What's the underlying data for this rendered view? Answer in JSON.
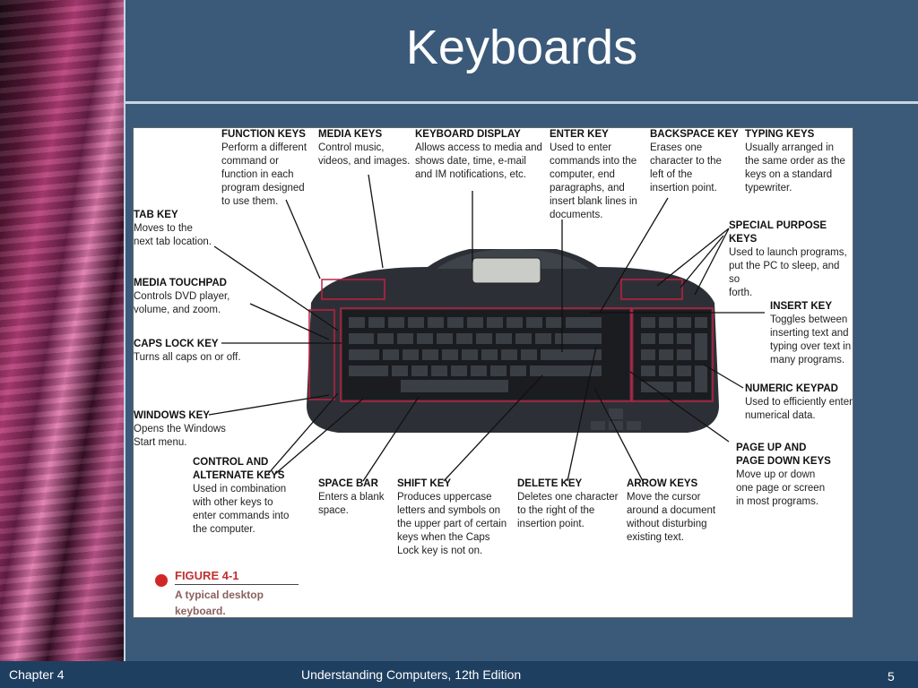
{
  "slide": {
    "title": "Keyboards",
    "footer_left": "Chapter 4",
    "footer_center": "Understanding Computers, 12th Edition",
    "page_number": "5"
  },
  "figure": {
    "caption_number": "FIGURE 4-1",
    "caption_text": "A typical desktop\nkeyboard.",
    "labels": [
      {
        "id": "function-keys",
        "title": "FUNCTION KEYS",
        "text": "Perform a different\ncommand or\nfunction in each\nprogram designed\nto use them."
      },
      {
        "id": "media-keys",
        "title": "MEDIA KEYS",
        "text": "Control music,\nvideos, and images."
      },
      {
        "id": "keyboard-display",
        "title": "KEYBOARD DISPLAY",
        "text": "Allows access to media and\nshows date, time, e-mail\nand IM notifications, etc."
      },
      {
        "id": "enter-key",
        "title": "ENTER KEY",
        "text": "Used to enter\ncommands into the\ncomputer, end\nparagraphs, and\ninsert blank lines in\ndocuments."
      },
      {
        "id": "backspace-key",
        "title": "BACKSPACE KEY",
        "text": "Erases one\ncharacter to the\nleft of the\ninsertion point."
      },
      {
        "id": "typing-keys",
        "title": "TYPING KEYS",
        "text": "Usually arranged in\nthe same order as the\nkeys on a standard\ntypewriter."
      },
      {
        "id": "tab-key",
        "title": "TAB KEY",
        "text": "Moves to the\nnext tab location."
      },
      {
        "id": "special-purpose-keys",
        "title": "SPECIAL PURPOSE KEYS",
        "text": "Used to launch programs,\nput the PC to sleep, and so\nforth."
      },
      {
        "id": "media-touchpad",
        "title": "MEDIA TOUCHPAD",
        "text": "Controls DVD player,\nvolume, and zoom."
      },
      {
        "id": "insert-key",
        "title": "INSERT KEY",
        "text": "Toggles between\ninserting text and\ntyping over text in\nmany programs."
      },
      {
        "id": "caps-lock-key",
        "title": "CAPS LOCK KEY",
        "text": "Turns all caps on or off."
      },
      {
        "id": "numeric-keypad",
        "title": "NUMERIC KEYPAD",
        "text": "Used to efficiently enter\nnumerical data."
      },
      {
        "id": "windows-key",
        "title": "WINDOWS KEY",
        "text": "Opens the Windows\nStart menu."
      },
      {
        "id": "page-up-down-keys",
        "title": "PAGE UP AND\nPAGE DOWN KEYS",
        "text": "Move up or down\none page or screen\nin most programs."
      },
      {
        "id": "control-alternate-keys",
        "title": "CONTROL AND\nALTERNATE KEYS",
        "text": "Used in combination\nwith other keys to\nenter commands into\nthe computer."
      },
      {
        "id": "space-bar",
        "title": "SPACE BAR",
        "text": "Enters a blank\nspace."
      },
      {
        "id": "shift-key",
        "title": "SHIFT KEY",
        "text": "Produces uppercase\nletters and symbols on\nthe upper part of certain\nkeys when the Caps\nLock key is not on."
      },
      {
        "id": "delete-key",
        "title": "DELETE KEY",
        "text": "Deletes one character\nto the right of the\ninsertion point."
      },
      {
        "id": "arrow-keys",
        "title": "ARROW KEYS",
        "text": "Move the cursor\naround a document\nwithout disturbing\nexisting text."
      }
    ]
  }
}
